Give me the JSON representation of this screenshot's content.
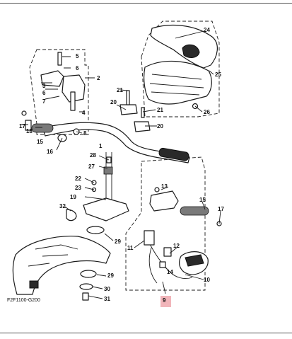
{
  "diagram": {
    "code": "F2F1100-G200",
    "highlighted_part": "9",
    "callouts": {
      "c1": "1",
      "c2": "2",
      "c3": "3",
      "c4": "4",
      "c5": "5",
      "c6a": "6",
      "c6b": "6",
      "c7": "7",
      "c8": "8",
      "c10": "10",
      "c11": "11",
      "c12": "12",
      "c13": "13",
      "c14": "14",
      "c15a": "15",
      "c15b": "15",
      "c16": "16",
      "c17a": "17",
      "c17b": "17",
      "c18": "18",
      "c19": "19",
      "c20a": "20",
      "c20b": "20",
      "c21a": "21",
      "c21b": "21",
      "c22": "22",
      "c23": "23",
      "c24": "24",
      "c25": "25",
      "c26": "26",
      "c27": "27",
      "c28": "28",
      "c29a": "29",
      "c29b": "29",
      "c30": "30",
      "c31": "31",
      "c32": "32"
    }
  }
}
